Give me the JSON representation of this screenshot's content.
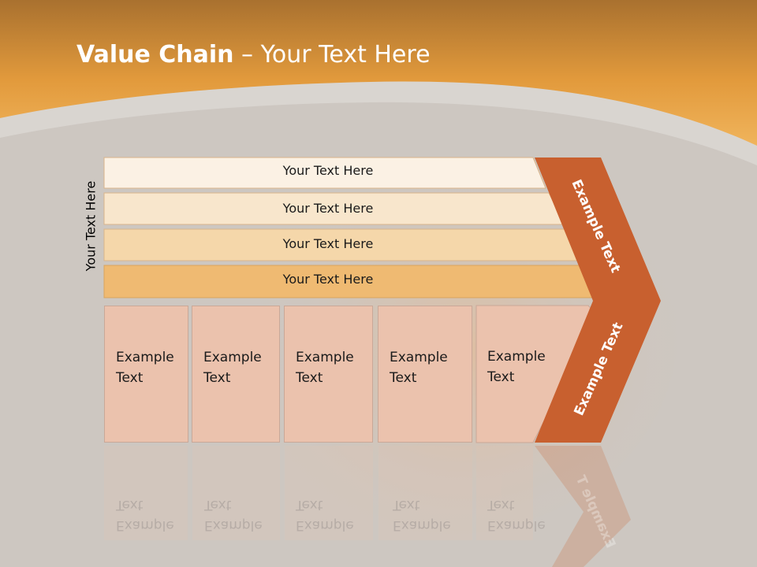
{
  "title": {
    "bold": "Value Chain",
    "rest": " – Your Text Here"
  },
  "side_label": "Your Text Here",
  "rows": [
    {
      "label": "Your Text Here"
    },
    {
      "label": "Your Text Here"
    },
    {
      "label": "Your Text Here"
    },
    {
      "label": "Your Text Here"
    }
  ],
  "boxes": [
    {
      "line1": "Example",
      "line2": "Text"
    },
    {
      "line1": "Example",
      "line2": "Text"
    },
    {
      "line1": "Example",
      "line2": "Text"
    },
    {
      "line1": "Example",
      "line2": "Text"
    },
    {
      "line1": "Example",
      "line2": "Text"
    }
  ],
  "reflections": [
    "Example\nText",
    "Example\nText",
    "Example\nText",
    "Example\nText",
    "Example\nText"
  ],
  "chevron": {
    "upper": "Example Text",
    "lower": "Example Text",
    "reflection": "Example T"
  },
  "colors": {
    "header_orange": "#e8a244",
    "row1": "#fbf1e4",
    "row2": "#f8e6cc",
    "row3": "#f5d7aa",
    "row4": "#efba72",
    "box": "#ebc2ad",
    "chevron": "#c8602f"
  }
}
